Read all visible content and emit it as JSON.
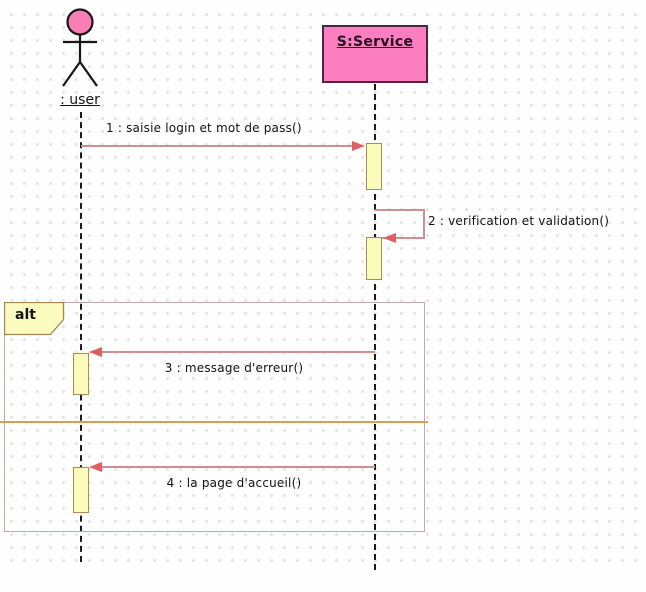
{
  "diagram": {
    "kind": "uml-sequence-diagram",
    "actors": {
      "user": {
        "label": ": user",
        "type": "actor"
      },
      "service": {
        "label": "S:Service",
        "type": "object"
      }
    },
    "messages": [
      {
        "num": "1",
        "label": "1 : saisie login et mot de pass()",
        "from": "user",
        "to": "service",
        "kind": "call"
      },
      {
        "num": "2",
        "label": "2 : verification et validation()",
        "from": "service",
        "to": "service",
        "kind": "self"
      },
      {
        "num": "3",
        "label": "3 : message d'erreur()",
        "from": "service",
        "to": "user",
        "kind": "return"
      },
      {
        "num": "4",
        "label": "4 : la page d'accueil()",
        "from": "service",
        "to": "user",
        "kind": "return"
      }
    ],
    "fragment": {
      "operator_label": "alt",
      "operands": 2
    },
    "colors": {
      "object_fill": "#fb7ec0",
      "object_border": "#532440",
      "actor_head_fill": "#f97eb4",
      "activation_fill": "#fbfbbc",
      "activation_border": "#b18a4e",
      "message_line": "#cd9090",
      "arrowhead": "#dd5f5f",
      "fragment_border": "#c3a6a6",
      "fragment_divider": "#d2a05a",
      "lifeline": "#1b1b1b"
    }
  }
}
